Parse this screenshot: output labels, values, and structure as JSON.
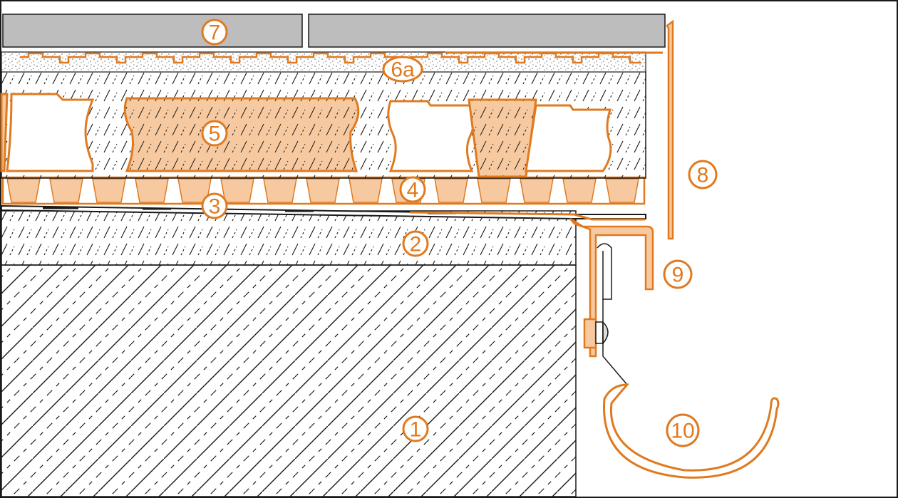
{
  "colors": {
    "accent": "#e07a1f",
    "accent_fill": "#f7c9a0",
    "tile": "#bdbdbd",
    "line": "#1a1a1a"
  },
  "labels": {
    "l1": "1",
    "l2": "2",
    "l3": "3",
    "l4": "4",
    "l5": "5",
    "l6a": "6a",
    "l7": "7",
    "l8": "8",
    "l9": "9",
    "l10": "10"
  }
}
